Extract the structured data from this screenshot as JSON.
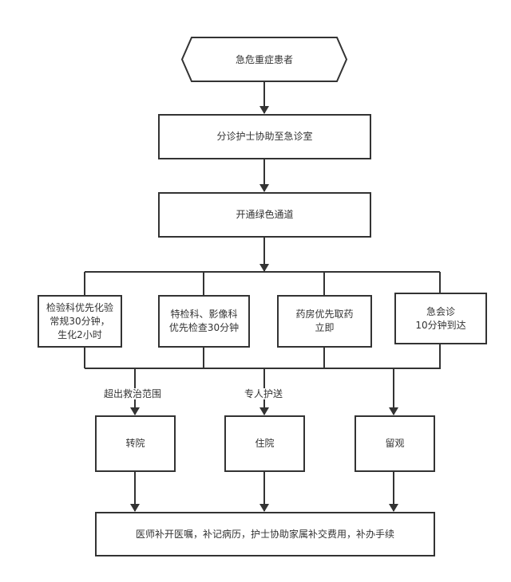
{
  "start": "急危重症患者",
  "step1": "分诊护士协助至急诊室",
  "step2": "开通绿色通道",
  "parallel": [
    {
      "lines": [
        "检验科优先化验",
        "常规30分钟，",
        "生化2小时"
      ]
    },
    {
      "lines": [
        "特检科、影像科",
        "优先检查30分钟"
      ]
    },
    {
      "lines": [
        "药房优先取药",
        "立即"
      ]
    },
    {
      "lines": [
        "急会诊",
        "10分钟到达"
      ]
    }
  ],
  "edge_labels": {
    "transfer": "超出救治范围",
    "admit": "专人护送"
  },
  "outcomes": [
    "转院",
    "住院",
    "留观"
  ],
  "final": "医师补开医嘱，补记病历，护士协助家属补交费用，补办手续"
}
